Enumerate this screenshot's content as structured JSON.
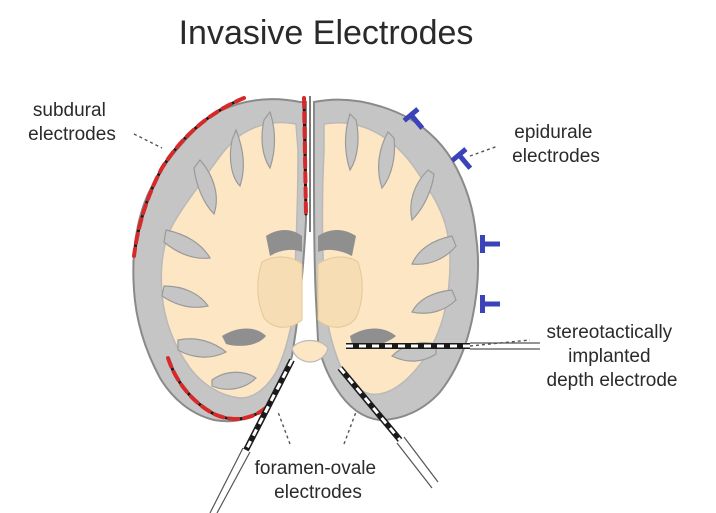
{
  "title": "Invasive Electrodes",
  "labels": {
    "subdural": [
      "subdural",
      "electrodes"
    ],
    "epidural": [
      "epidurale",
      "electrodes"
    ],
    "depth": [
      "stereotactically",
      "implanted",
      "depth electrode"
    ],
    "foramen": [
      "foramen-ovale",
      "electrodes"
    ]
  },
  "colors": {
    "cortex_gray": "#c5c5c5",
    "gray_outline": "#8a8a8a",
    "white_matter": "#fde6c4",
    "ventricle": "#8f8f8f",
    "subdural_red": "#d62a2a",
    "epidural_blue": "#3a43b8",
    "electrode_dark": "#1a1a1a"
  },
  "icons": [
    "brain-coronal-section",
    "epidural-electrode-icon",
    "depth-electrode-icon"
  ]
}
